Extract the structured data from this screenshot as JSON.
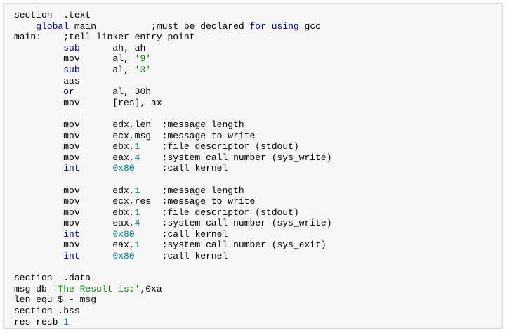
{
  "code": {
    "language": "nasm",
    "colors": {
      "background": "#f6f6f6",
      "border": "#d8d8d8",
      "plain": "#000000",
      "keyword": "#00008b",
      "string": "#008000",
      "number": "#008080"
    },
    "lines": [
      [
        {
          "t": "plain",
          "v": "section  .text"
        }
      ],
      [
        {
          "t": "plain",
          "v": "    "
        },
        {
          "t": "kw",
          "v": "global"
        },
        {
          "t": "plain",
          "v": " main          "
        },
        {
          "t": "cmt",
          "v": ";must be declared "
        },
        {
          "t": "kw",
          "v": "for"
        },
        {
          "t": "cmt",
          "v": " "
        },
        {
          "t": "kw",
          "v": "using"
        },
        {
          "t": "cmt",
          "v": " gcc"
        }
      ],
      [
        {
          "t": "plain",
          "v": "main:    "
        },
        {
          "t": "cmt",
          "v": ";tell linker entry point"
        }
      ],
      [
        {
          "t": "plain",
          "v": "         "
        },
        {
          "t": "kw",
          "v": "sub"
        },
        {
          "t": "plain",
          "v": "      ah, ah"
        }
      ],
      [
        {
          "t": "plain",
          "v": "         "
        },
        {
          "t": "plain",
          "v": "mov"
        },
        {
          "t": "plain",
          "v": "      al, "
        },
        {
          "t": "str",
          "v": "'9'"
        }
      ],
      [
        {
          "t": "plain",
          "v": "         "
        },
        {
          "t": "kw",
          "v": "sub"
        },
        {
          "t": "plain",
          "v": "      al, "
        },
        {
          "t": "str",
          "v": "'3'"
        }
      ],
      [
        {
          "t": "plain",
          "v": "         "
        },
        {
          "t": "plain",
          "v": "aas"
        }
      ],
      [
        {
          "t": "plain",
          "v": "         "
        },
        {
          "t": "kw",
          "v": "or"
        },
        {
          "t": "plain",
          "v": "       al, 30h"
        }
      ],
      [
        {
          "t": "plain",
          "v": "         "
        },
        {
          "t": "plain",
          "v": "mov"
        },
        {
          "t": "plain",
          "v": "      [res], ax"
        }
      ],
      [
        {
          "t": "plain",
          "v": ""
        }
      ],
      [
        {
          "t": "plain",
          "v": "         "
        },
        {
          "t": "plain",
          "v": "mov"
        },
        {
          "t": "plain",
          "v": "      edx,len  "
        },
        {
          "t": "cmt",
          "v": ";message length"
        }
      ],
      [
        {
          "t": "plain",
          "v": "         "
        },
        {
          "t": "plain",
          "v": "mov"
        },
        {
          "t": "plain",
          "v": "      ecx,msg  "
        },
        {
          "t": "cmt",
          "v": ";message to write"
        }
      ],
      [
        {
          "t": "plain",
          "v": "         "
        },
        {
          "t": "plain",
          "v": "mov"
        },
        {
          "t": "plain",
          "v": "      ebx,"
        },
        {
          "t": "num",
          "v": "1"
        },
        {
          "t": "plain",
          "v": "    "
        },
        {
          "t": "cmt",
          "v": ";file descriptor (stdout)"
        }
      ],
      [
        {
          "t": "plain",
          "v": "         "
        },
        {
          "t": "plain",
          "v": "mov"
        },
        {
          "t": "plain",
          "v": "      eax,"
        },
        {
          "t": "num",
          "v": "4"
        },
        {
          "t": "plain",
          "v": "    "
        },
        {
          "t": "cmt",
          "v": ";system call number (sys_write)"
        }
      ],
      [
        {
          "t": "plain",
          "v": "         "
        },
        {
          "t": "kw",
          "v": "int"
        },
        {
          "t": "plain",
          "v": "      "
        },
        {
          "t": "num",
          "v": "0x80"
        },
        {
          "t": "plain",
          "v": "     "
        },
        {
          "t": "cmt",
          "v": ";call kernel"
        }
      ],
      [
        {
          "t": "plain",
          "v": ""
        }
      ],
      [
        {
          "t": "plain",
          "v": "         "
        },
        {
          "t": "plain",
          "v": "mov"
        },
        {
          "t": "plain",
          "v": "      edx,"
        },
        {
          "t": "num",
          "v": "1"
        },
        {
          "t": "plain",
          "v": "    "
        },
        {
          "t": "cmt",
          "v": ";message length"
        }
      ],
      [
        {
          "t": "plain",
          "v": "         "
        },
        {
          "t": "plain",
          "v": "mov"
        },
        {
          "t": "plain",
          "v": "      ecx,res  "
        },
        {
          "t": "cmt",
          "v": ";message to write"
        }
      ],
      [
        {
          "t": "plain",
          "v": "         "
        },
        {
          "t": "plain",
          "v": "mov"
        },
        {
          "t": "plain",
          "v": "      ebx,"
        },
        {
          "t": "num",
          "v": "1"
        },
        {
          "t": "plain",
          "v": "    "
        },
        {
          "t": "cmt",
          "v": ";file descriptor (stdout)"
        }
      ],
      [
        {
          "t": "plain",
          "v": "         "
        },
        {
          "t": "plain",
          "v": "mov"
        },
        {
          "t": "plain",
          "v": "      eax,"
        },
        {
          "t": "num",
          "v": "4"
        },
        {
          "t": "plain",
          "v": "    "
        },
        {
          "t": "cmt",
          "v": ";system call number (sys_write)"
        }
      ],
      [
        {
          "t": "plain",
          "v": "         "
        },
        {
          "t": "kw",
          "v": "int"
        },
        {
          "t": "plain",
          "v": "      "
        },
        {
          "t": "num",
          "v": "0x80"
        },
        {
          "t": "plain",
          "v": "     "
        },
        {
          "t": "cmt",
          "v": ";call kernel"
        }
      ],
      [
        {
          "t": "plain",
          "v": "         "
        },
        {
          "t": "plain",
          "v": "mov"
        },
        {
          "t": "plain",
          "v": "      eax,"
        },
        {
          "t": "num",
          "v": "1"
        },
        {
          "t": "plain",
          "v": "    "
        },
        {
          "t": "cmt",
          "v": ";system call number (sys_exit)"
        }
      ],
      [
        {
          "t": "plain",
          "v": "         "
        },
        {
          "t": "kw",
          "v": "int"
        },
        {
          "t": "plain",
          "v": "      "
        },
        {
          "t": "num",
          "v": "0x80"
        },
        {
          "t": "plain",
          "v": "     "
        },
        {
          "t": "cmt",
          "v": ";call kernel"
        }
      ],
      [
        {
          "t": "plain",
          "v": ""
        }
      ],
      [
        {
          "t": "plain",
          "v": "section  .data"
        }
      ],
      [
        {
          "t": "plain",
          "v": "msg db "
        },
        {
          "t": "str",
          "v": "'The Result is:'"
        },
        {
          "t": "plain",
          "v": ",0xa"
        }
      ],
      [
        {
          "t": "plain",
          "v": "len equ $ - msg"
        }
      ],
      [
        {
          "t": "plain",
          "v": "section .bss"
        }
      ],
      [
        {
          "t": "plain",
          "v": "res resb "
        },
        {
          "t": "num",
          "v": "1"
        }
      ]
    ]
  }
}
